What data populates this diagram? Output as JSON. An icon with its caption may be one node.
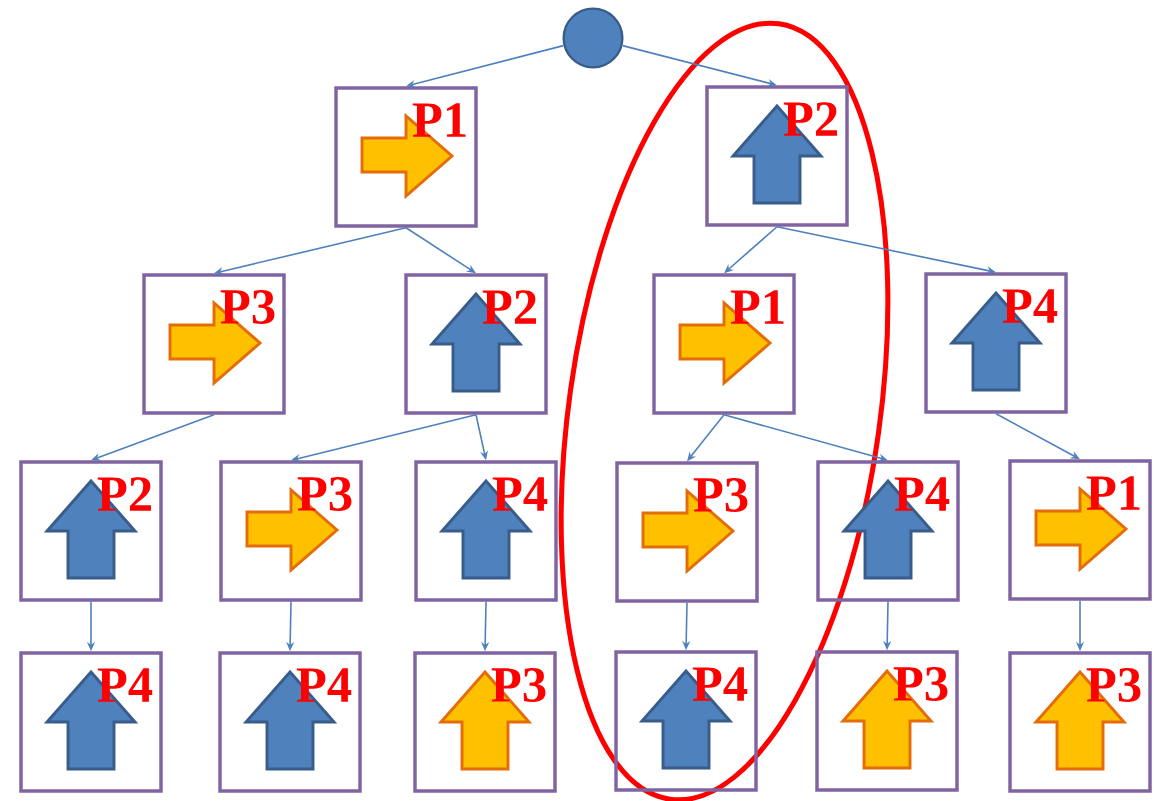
{
  "diagram": {
    "nodes": [
      {
        "text": [],
        "shape": "circle"
      },
      {
        "text": [
          "P1"
        ]
      },
      {
        "text": [],
        "shape": "ellipse"
      },
      {
        "text": [
          "P2"
        ],
        "in": 2
      },
      {
        "text": [
          "P3"
        ]
      },
      {
        "text": [
          "P2"
        ]
      },
      {
        "text": [
          "P1"
        ],
        "in": 2
      },
      {
        "text": [
          "P4"
        ]
      },
      {
        "text": [
          "P2"
        ]
      },
      {
        "text": [
          "P3"
        ]
      },
      {
        "text": [
          "P4"
        ]
      },
      {
        "text": [
          "P3"
        ],
        "in": 2
      },
      {
        "text": [
          "P4"
        ]
      },
      {
        "text": [
          "P1"
        ]
      },
      {
        "text": [
          "P4"
        ]
      },
      {
        "text": [
          "P4"
        ]
      },
      {
        "text": [
          "P3"
        ]
      },
      {
        "text": [
          "P4"
        ],
        "in": 2
      },
      {
        "text": [
          "P3"
        ]
      },
      {
        "text": [
          "P3"
        ]
      }
    ],
    "edges": [
      {
        "from": 0,
        "to": 1,
        "arrow": "to"
      },
      {
        "from": 0,
        "to": 3,
        "arrow": "to"
      },
      {
        "from": 1,
        "to": 4,
        "arrow": "to"
      },
      {
        "from": 1,
        "to": 5,
        "arrow": "to"
      },
      {
        "from": 3,
        "to": 6,
        "arrow": "to"
      },
      {
        "from": 3,
        "to": 7,
        "arrow": "to"
      },
      {
        "from": 4,
        "to": 8,
        "arrow": "to"
      },
      {
        "from": 5,
        "to": 9,
        "arrow": "to"
      },
      {
        "from": 5,
        "to": 10,
        "arrow": "to"
      },
      {
        "from": 6,
        "to": 11,
        "arrow": "to"
      },
      {
        "from": 6,
        "to": 12,
        "arrow": "to"
      },
      {
        "from": 7,
        "to": 13,
        "arrow": "to"
      },
      {
        "from": 8,
        "to": 14,
        "arrow": "to"
      },
      {
        "from": 9,
        "to": 15,
        "arrow": "to"
      },
      {
        "from": 10,
        "to": 16,
        "arrow": "to"
      },
      {
        "from": 11,
        "to": 17,
        "arrow": "to"
      },
      {
        "from": 12,
        "to": 18,
        "arrow": "to"
      },
      {
        "from": 13,
        "to": 19,
        "arrow": "to"
      }
    ]
  }
}
